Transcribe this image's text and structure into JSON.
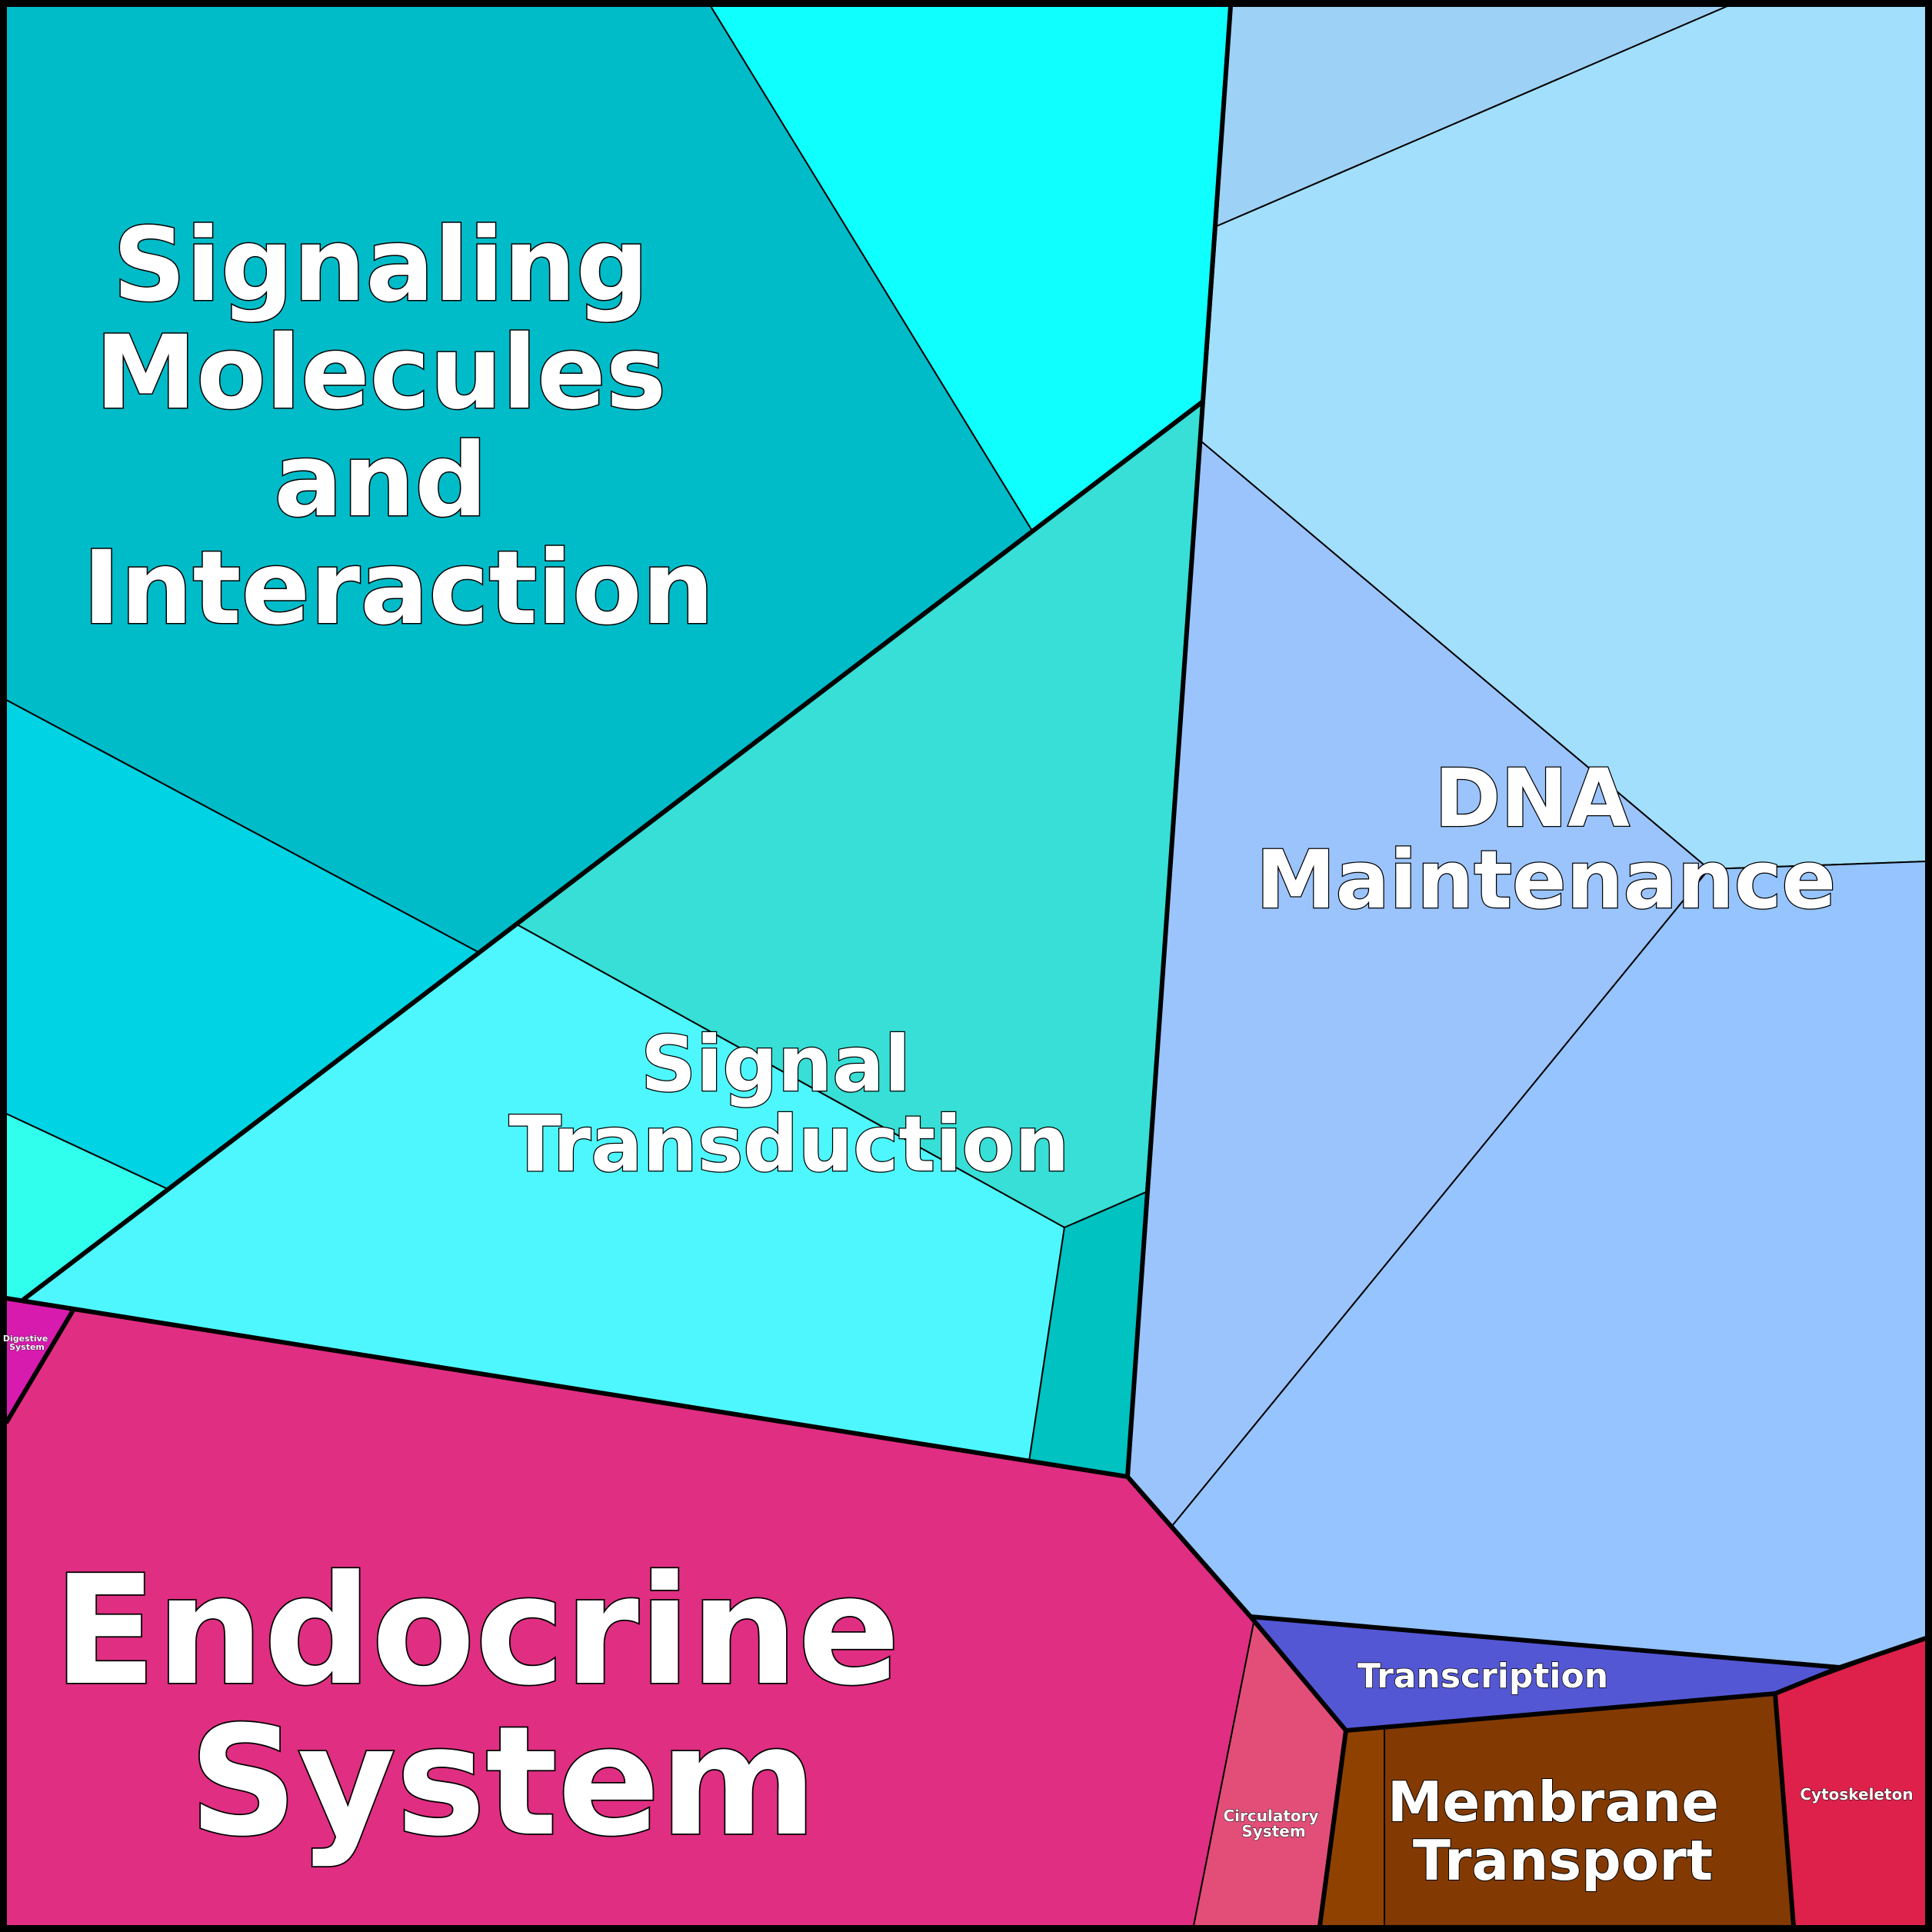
{
  "categories": [
    {
      "id": "signaling",
      "label_lines": [
        "Signaling",
        "Molecules",
        "and",
        "Interaction"
      ]
    },
    {
      "id": "signal-transduction",
      "label_lines": [
        "Signal",
        "Transduction"
      ]
    },
    {
      "id": "dna-maintenance",
      "label_lines": [
        "DNA",
        "Maintenance"
      ]
    },
    {
      "id": "endocrine",
      "label_lines": [
        "Endocrine",
        "System"
      ]
    },
    {
      "id": "digestive",
      "label_lines": [
        "Digestive",
        "System"
      ]
    },
    {
      "id": "transcription",
      "label_lines": [
        "Transcription"
      ]
    },
    {
      "id": "circulatory",
      "label_lines": [
        "Circulatory",
        "System"
      ]
    },
    {
      "id": "membrane-transport",
      "label_lines": [
        "Membrane",
        "Transport"
      ]
    },
    {
      "id": "cytoskeleton",
      "label_lines": [
        "Cytoskeleton"
      ]
    }
  ],
  "colors": {
    "signaling_main": "#00BCC9",
    "signaling_topright": "#0FFFFF",
    "signaling_left_mid": "#00D3E3",
    "signaling_left_low": "#31FFEE",
    "signal_transduction_upper": "#37DFD6",
    "signal_transduction_lower": "#4EF7FD",
    "signal_transduction_small": "#00C2C1",
    "dna_top_strip": "#9ED1F6",
    "dna_upper_right": "#A2DFFC",
    "dna_middle": "#9BC4FD",
    "dna_lower_right": "#95C4FE",
    "endocrine": "#E02E82",
    "digestive": "#D71BAF",
    "transcription": "#5457D4",
    "circulatory": "#E34E79",
    "membrane_transport": "#823A02",
    "membrane_transport_left": "#8F4200",
    "cytoskeleton": "#DD214A",
    "label_text": "#FFFFFF",
    "border": "#000000"
  }
}
